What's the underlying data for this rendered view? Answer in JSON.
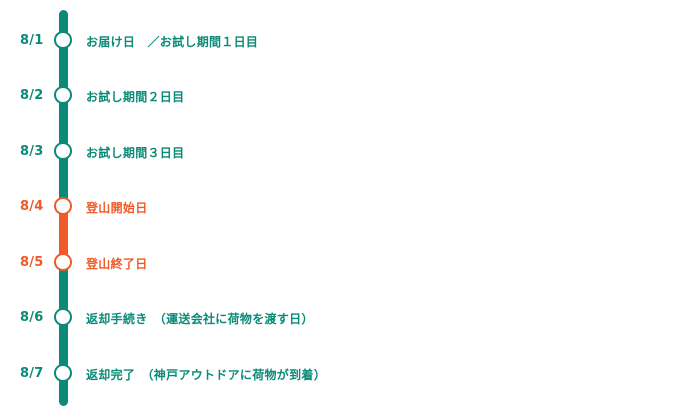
{
  "timeline": {
    "items": [
      {
        "date": "8/1",
        "label": "お届け日　／お試し期間１日目",
        "state": "normal"
      },
      {
        "date": "8/2",
        "label": "お試し期間２日目",
        "state": "normal"
      },
      {
        "date": "8/3",
        "label": "お試し期間３日目",
        "state": "normal"
      },
      {
        "date": "8/4",
        "label": "登山開始日",
        "state": "highlight"
      },
      {
        "date": "8/5",
        "label": "登山終了日",
        "state": "highlight"
      },
      {
        "date": "8/6",
        "label": "返却手続き　（運送会社に荷物を渡す日）",
        "state": "normal"
      },
      {
        "date": "8/7",
        "label": "返却完了　（神戸アウトドアに荷物が到着）",
        "state": "normal"
      }
    ]
  },
  "colors": {
    "normal": "#0b8a78",
    "highlight": "#f05a28",
    "node_fill": "#ffffff"
  }
}
